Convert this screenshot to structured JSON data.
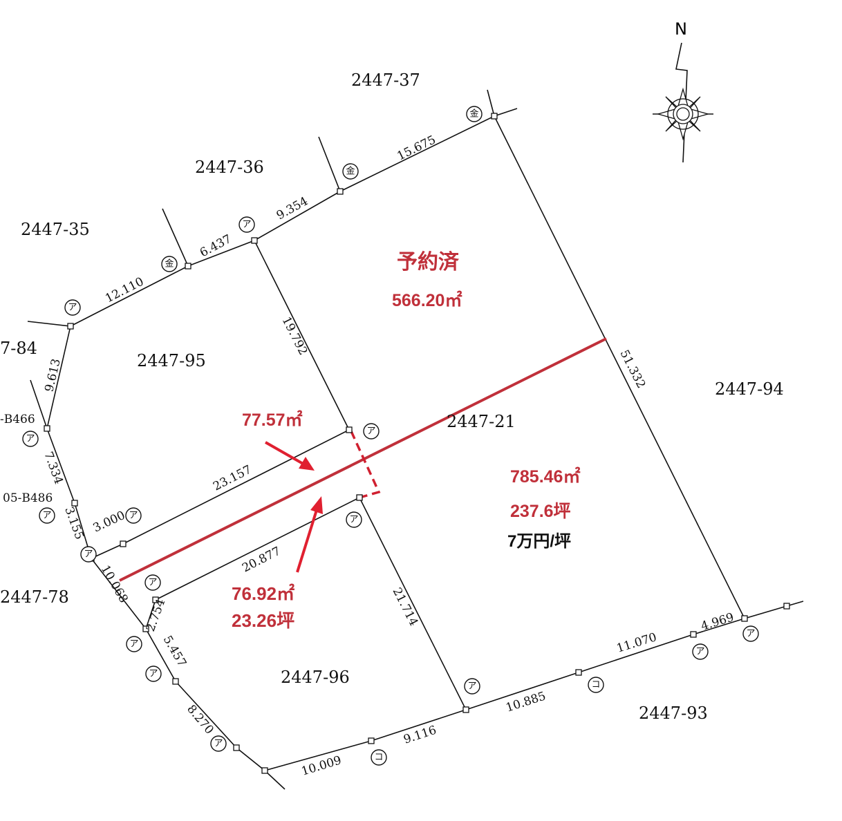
{
  "parcels": {
    "p37": "2447-37",
    "p36": "2447-36",
    "p35": "2447-35",
    "p84": "7-84",
    "p95": "2447-95",
    "b466": "-B466",
    "b486": "05-B486",
    "p78": "2447-78",
    "p21": "2447-21",
    "p94": "2447-94",
    "p96": "2447-96",
    "p93": "2447-93"
  },
  "dimensions": [
    "15.675",
    "9.354",
    "6.437",
    "12.110",
    "9.613",
    "7.334",
    "3.155",
    "10.068",
    "2.754",
    "5.457",
    "8.270",
    "10.009",
    "9.116",
    "10.885",
    "11.070",
    "4.969",
    "51.332",
    "19.792",
    "23.157",
    "3.000",
    "20.877",
    "21.714"
  ],
  "annotations": {
    "reserved": "予約済",
    "reserved_area": "566.20㎡",
    "small_area_top": "77.57㎡",
    "small_area_bottom": "76.92㎡",
    "small_tsubo_bottom": "23.26坪",
    "main_area": "785.46㎡",
    "main_tsubo": "237.6坪",
    "price": "7万円/坪"
  },
  "compass": {
    "north": "N"
  },
  "symbols": {
    "a": "ア",
    "kin": "金",
    "ko": "コ"
  },
  "colors": {
    "highlight": "#c0303a",
    "arrow": "#e02030"
  }
}
